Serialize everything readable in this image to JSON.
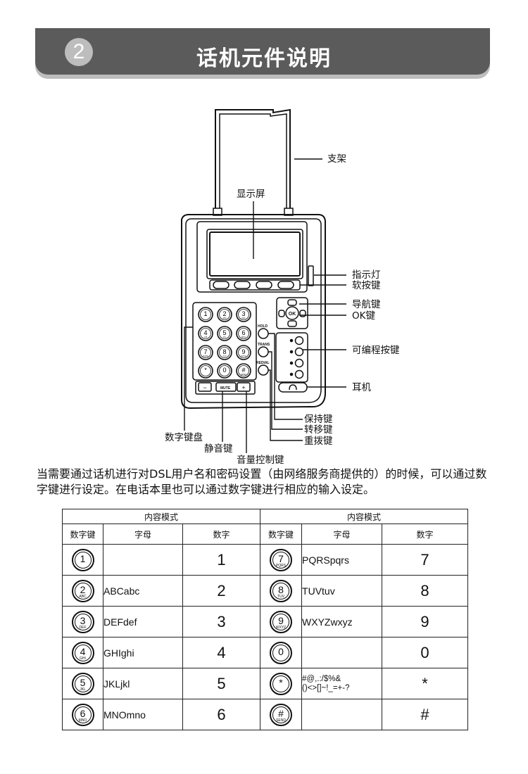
{
  "header": {
    "section_number": "2",
    "title": "话机元件说明"
  },
  "diagram": {
    "key_labels": [
      "1",
      "2",
      "3",
      "4",
      "5",
      "6",
      "7",
      "8",
      "9",
      "*",
      "0",
      "#"
    ],
    "key_sub_labels": [
      "",
      "ABC",
      "DEF",
      "GHI",
      "JKL",
      "MNO",
      "PQRS",
      "TUV",
      "WXYZ",
      "",
      "",
      "SEND"
    ],
    "hold": "HOLD",
    "trans": "TRANS",
    "redial": "REDIAL",
    "mute": "MUTE",
    "vol_minus": "−",
    "vol_plus": "+",
    "ok": "OK",
    "callouts": {
      "stand": "支架",
      "display": "显示屏",
      "indicator": "指示灯",
      "softkeys": "软按键",
      "nav": "导航键",
      "ok": "OK键",
      "programmable": "可编程按键",
      "earphone": "耳机",
      "hold": "保持键",
      "transfer": "转移键",
      "redial": "重拨键",
      "keypad": "数字键盘",
      "mute": "静音键",
      "volume": "音量控制键"
    }
  },
  "intro": "当需要通过话机进行对DSL用户名和密码设置（由网络服务商提供的）的时候，可以通过数字键进行设定。在电话本里也可以通过数字键进行相应的输入设定。",
  "table": {
    "group_header": "内容模式",
    "columns": [
      "数字键",
      "字母",
      "数字"
    ],
    "left_rows": [
      {
        "key": "1",
        "sub": "",
        "letters": "",
        "digit": "1"
      },
      {
        "key": "2",
        "sub": "ABC",
        "letters": "ABCabc",
        "digit": "2"
      },
      {
        "key": "3",
        "sub": "DEF",
        "letters": "DEFdef",
        "digit": "3"
      },
      {
        "key": "4",
        "sub": "GHI",
        "letters": "GHIghi",
        "digit": "4"
      },
      {
        "key": "5",
        "sub": "JKL",
        "letters": "JKLjkl",
        "digit": "5"
      },
      {
        "key": "6",
        "sub": "MNO",
        "letters": "MNOmno",
        "digit": "6"
      }
    ],
    "right_rows": [
      {
        "key": "7",
        "sub": "PQRS",
        "letters": "PQRSpqrs",
        "digit": "7"
      },
      {
        "key": "8",
        "sub": "TUV",
        "letters": "TUVtuv",
        "digit": "8"
      },
      {
        "key": "9",
        "sub": "WXYZ",
        "letters": "WXYZwxyz",
        "digit": "9"
      },
      {
        "key": "0",
        "sub": "",
        "letters": "",
        "digit": "0"
      },
      {
        "key": "*",
        "sub": "",
        "letters": "#@,.:/$%&\n()<>[]~!_=+-?",
        "digit": "*"
      },
      {
        "key": "#",
        "sub": "SEND",
        "letters": "",
        "digit": "#"
      }
    ]
  }
}
